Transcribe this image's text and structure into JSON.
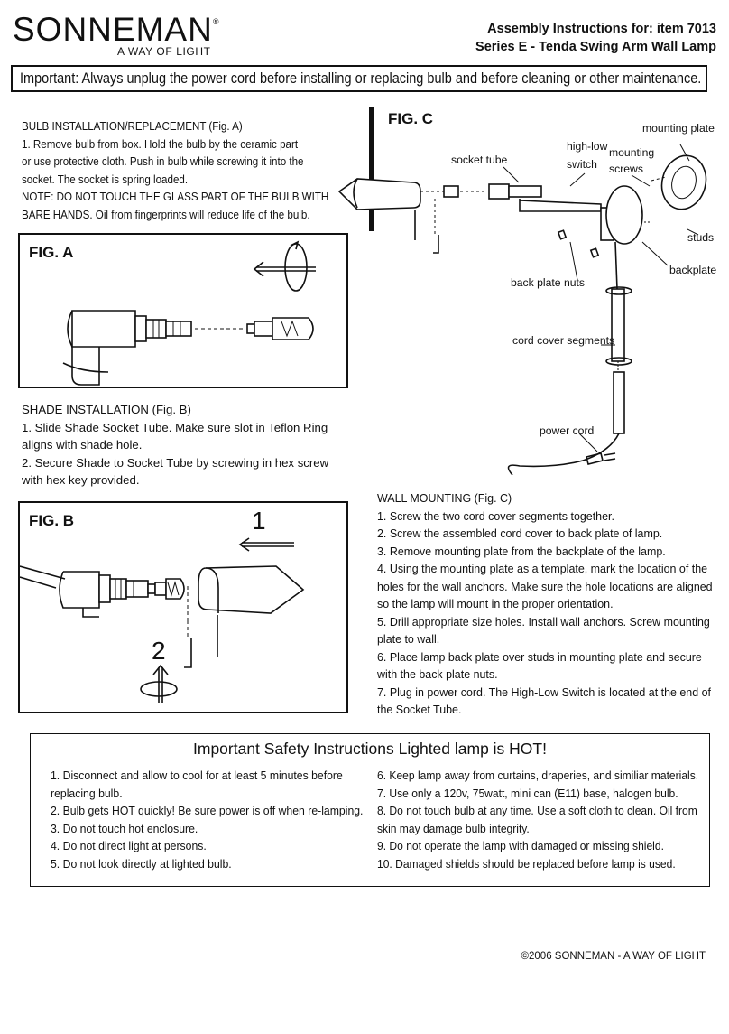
{
  "brand": {
    "name": "SONNEMAN",
    "mark": "®",
    "tagline": "A WAY OF LIGHT"
  },
  "header": {
    "line1": "Assembly Instructions for:  item 7013",
    "line2": "Series E - Tenda Swing Arm Wall Lamp"
  },
  "warning": "Important: Always unplug the power cord before installing or replacing bulb and before cleaning or other maintenance.",
  "bulb": {
    "title": "BULB INSTALLATION/REPLACEMENT (Fig. A)",
    "lines": [
      "1. Remove bulb from box. Hold the bulb by the ceramic part",
      "or use protective cloth. Push in bulb while screwing it into the",
      "socket. The socket is spring loaded.",
      "NOTE:  DO NOT TOUCH THE GLASS PART OF THE BULB WITH",
      "BARE HANDS. Oil from fingerprints will reduce life of the bulb."
    ]
  },
  "figA": {
    "label": "FIG. A"
  },
  "shade": {
    "title": "SHADE INSTALLATION (Fig. B)",
    "lines": [
      "1. Slide Shade Socket Tube. Make sure slot in Teflon Ring",
      "aligns with shade hole.",
      "2. Secure Shade to Socket Tube by screwing in hex screw",
      "with hex key provided."
    ]
  },
  "figB": {
    "label": "FIG. B",
    "step1": "1",
    "step2": "2"
  },
  "figC": {
    "label": "FIG. C",
    "callouts": {
      "mounting_plate": "mounting plate",
      "high_low_1": "high-low",
      "high_low_2": "switch",
      "mounting_screws_1": "mounting",
      "mounting_screws_2": "screws",
      "socket_tube": "socket tube",
      "studs": "studs",
      "backplate": "backplate",
      "back_plate_nuts": "back plate nuts",
      "cord_cover_segments": "cord cover segments",
      "power_cord": "power cord"
    }
  },
  "wall": {
    "title": "WALL MOUNTING (Fig. C)",
    "lines": [
      "1. Screw the two cord cover segments together.",
      "2. Screw the assembled cord cover to back plate of lamp.",
      "3. Remove mounting plate from the backplate of the lamp.",
      "4. Using the mounting plate as a template, mark the location of the",
      "holes for the wall anchors. Make sure the hole locations are aligned",
      "so the lamp will mount in the proper orientation.",
      "5. Drill appropriate size holes. Install wall anchors.  Screw mounting",
      "plate to wall.",
      "6. Place lamp back plate over studs in mounting plate and secure",
      "with the back plate nuts.",
      "7. Plug in power cord.  The High-Low Switch is located at the end of",
      "the Socket Tube."
    ]
  },
  "safety": {
    "title": "Important Safety Instructions Lighted lamp is HOT!",
    "left": [
      "1.  Disconnect and allow to cool for at least 5 minutes before",
      "replacing bulb.",
      "2.  Bulb gets HOT quickly!  Be sure power is off when re-lamping.",
      "3.  Do not touch hot enclosure.",
      "4.  Do not direct light at persons.",
      "5.  Do not look directly at lighted bulb."
    ],
    "right": [
      "6.  Keep lamp away from curtains, draperies, and similiar materials.",
      "7.  Use only a 120v, 75watt, mini can (E11) base, halogen bulb.",
      "8.  Do not touch bulb at any time.  Use a soft cloth to clean.  Oil from",
      "skin may damage bulb integrity.",
      "9.  Do not operate the lamp with damaged or missing shield.",
      "10. Damaged shields should be replaced before lamp is used."
    ]
  },
  "footer": "©2006 SONNEMAN - A WAY OF LIGHT"
}
